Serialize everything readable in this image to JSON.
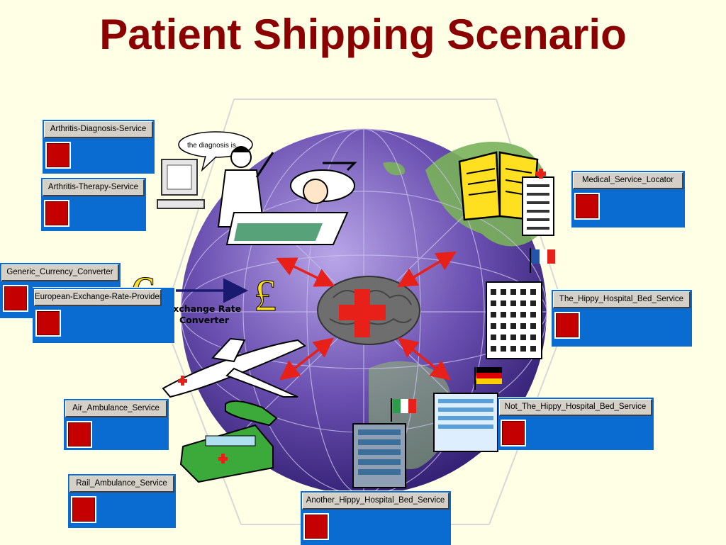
{
  "title": "Patient Shipping Scenario",
  "diagnosis_bubble": "the diagnosis is....",
  "exchange_label_line1": "Exchange Rate",
  "exchange_label_line2": "Converter",
  "currency_symbols": {
    "euro": "€",
    "pound": "£"
  },
  "services": {
    "arthritis_diagnosis": "Arthritis-Diagnosis-Service",
    "arthritis_therapy": "Arthritis-Therapy-Service",
    "generic_currency": "Generic_Currency_Converter",
    "european_exchange": "European-Exchange-Rate-Provider",
    "air_ambulance": "Air_Ambulance_Service",
    "rail_ambulance": "Rail_Ambulance_Service",
    "medical_locator": "Medical_Service_Locator",
    "hippy_hospital": "The_Hippy_Hospital_Bed_Service",
    "not_hippy_hospital": "Not_The_Hippy_Hospital_Bed_Service",
    "another_hippy": "Another_Hippy_Hospital_Bed_Service"
  },
  "colors": {
    "title": "#8B0000",
    "panel": "#0A6BD0",
    "button": "#D4D0C8",
    "arrow": "#E8201A",
    "globe": "#6A4FB0"
  }
}
